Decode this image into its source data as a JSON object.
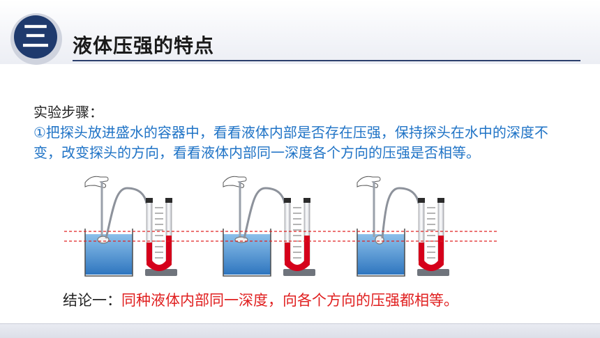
{
  "header": {
    "section_numeral": "三",
    "title": "液体压强的特点"
  },
  "content": {
    "steps_heading": "实验步骤：",
    "step_1": "①把探头放进盛水的容器中，看看液体内部是否存在压强，保持探头在水中的深度不变，改变探头的方向，看看液体内部同一深度各个方向的压强是否相等。",
    "conclusion_label": "结论一：",
    "conclusion_text": "同种液体内部同一深度，向各个方向的压强都相等。"
  },
  "colors": {
    "badge": "#1f3a6d",
    "body_text": "#1f73c6",
    "conclusion_highlight": "#e02020",
    "water": "#4a8fd0",
    "manometer_liquid": "#d5001b",
    "guide_line": "#e02020"
  },
  "figure": {
    "setups": [
      {
        "probe_direction": "down"
      },
      {
        "probe_direction": "up"
      },
      {
        "probe_direction": "side"
      }
    ]
  }
}
